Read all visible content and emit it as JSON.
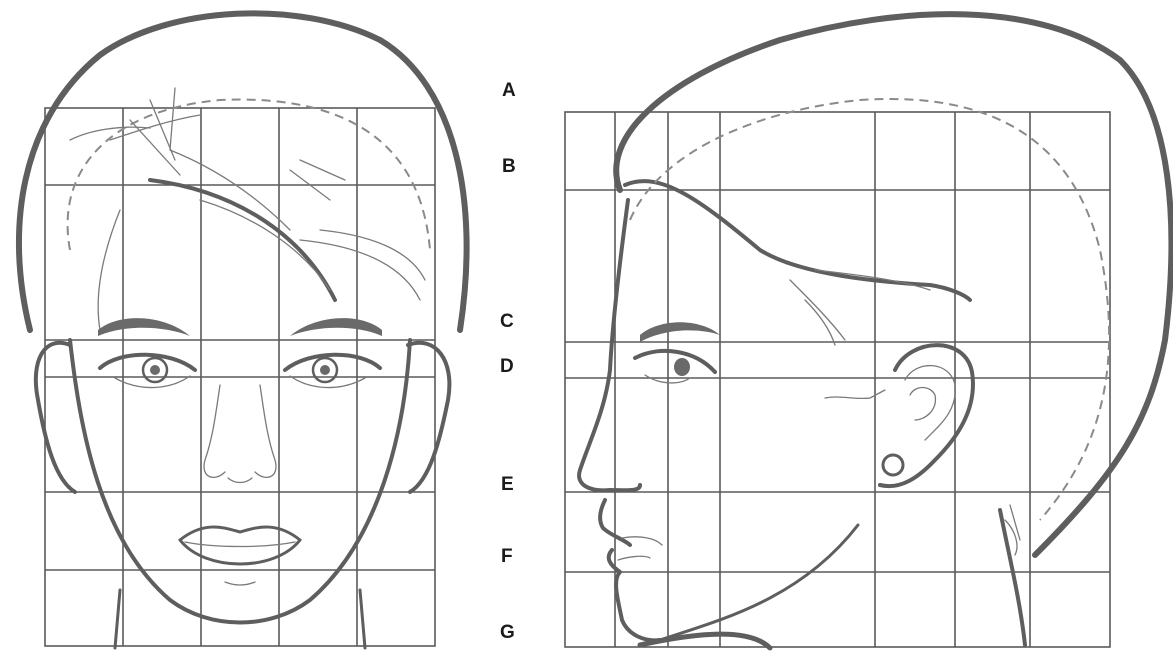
{
  "labels": [
    "A",
    "B",
    "C",
    "D",
    "E",
    "F",
    "G"
  ]
}
